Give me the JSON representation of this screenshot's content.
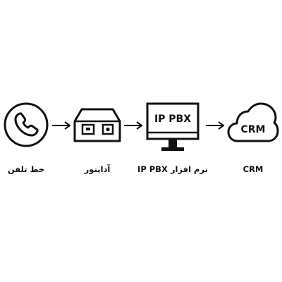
{
  "diagram": {
    "nodes": [
      {
        "id": "phone-line",
        "icon": "phone-handset-icon",
        "label": "خط تلفن"
      },
      {
        "id": "adapter",
        "icon": "adapter-device-icon",
        "label": "آداپتور"
      },
      {
        "id": "ip-pbx",
        "icon": "monitor-icon",
        "screen_text": "IP PBX",
        "label": "نرم افزار IP PBX"
      },
      {
        "id": "crm",
        "icon": "cloud-icon",
        "cloud_text": "CRM",
        "label": "CRM"
      }
    ],
    "edges": [
      {
        "from": "phone-line",
        "to": "adapter",
        "icon": "arrow-right-icon"
      },
      {
        "from": "adapter",
        "to": "ip-pbx",
        "icon": "arrow-right-icon"
      },
      {
        "from": "ip-pbx",
        "to": "crm",
        "icon": "arrow-right-icon"
      }
    ],
    "colors": {
      "stroke": "#111111",
      "background": "#ffffff"
    }
  }
}
